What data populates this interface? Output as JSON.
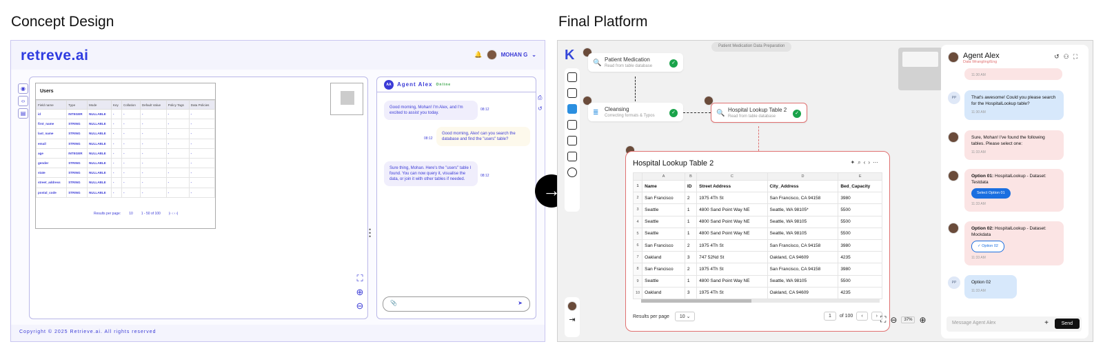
{
  "headers": {
    "left": "Concept Design",
    "right": "Final Platform"
  },
  "concept": {
    "logo": "retreve.ai",
    "user": "MOHAN G",
    "footer": "Copyright © 2025 Retrieve.ai. All rights reserved",
    "table": {
      "title": "Users",
      "columns": [
        "Field name",
        "Type",
        "Mode",
        "Key",
        "Collation",
        "Default Value",
        "Policy Tags",
        "Data Policies"
      ],
      "rows": [
        [
          "id",
          "INTEGER",
          "NULLABLE",
          "-",
          "-",
          "-",
          "-",
          "-"
        ],
        [
          "first_name",
          "STRING",
          "NULLABLE",
          "-",
          "-",
          "-",
          "-",
          "-"
        ],
        [
          "last_name",
          "STRING",
          "NULLABLE",
          "-",
          "-",
          "-",
          "-",
          "-"
        ],
        [
          "email",
          "STRING",
          "NULLABLE",
          "-",
          "-",
          "-",
          "-",
          "-"
        ],
        [
          "age",
          "INTEGER",
          "NULLABLE",
          "-",
          "-",
          "-",
          "-",
          "-"
        ],
        [
          "gender",
          "STRING",
          "NULLABLE",
          "-",
          "-",
          "-",
          "-",
          "-"
        ],
        [
          "state",
          "STRING",
          "NULLABLE",
          "-",
          "-",
          "-",
          "-",
          "-"
        ],
        [
          "street_address",
          "STRING",
          "NULLABLE",
          "-",
          "-",
          "-",
          "-",
          "-"
        ],
        [
          "postal_code",
          "STRING",
          "NULLABLE",
          "-",
          "-",
          "-",
          "-",
          "-"
        ]
      ],
      "results_label": "Results per page:",
      "per_page": "10",
      "range": "1 - 50 of 100"
    },
    "chat": {
      "agent": "Agent Alex",
      "status": "Online",
      "initials": "AA",
      "m1": "Good morning, Mohan! I'm Alex, and I'm excited to assist you today.",
      "t1": "08:12",
      "m2": "Good morning, Alex! can you search the database and find the \"users\" table?",
      "t2": "08:12",
      "m3": "Sure thing, Mohan. Here's the \"users\" table I found. You can now query it, visualise the data, or join it with other tables if needed.",
      "t3": "08:12"
    }
  },
  "final": {
    "breadcrumb": "Patient Medication Data Preparation",
    "nodes": {
      "n1_title": "Patient Medication",
      "n1_sub": "Read from table database",
      "n2_title": "Cleansing",
      "n2_sub": "Correcting formats & Typos",
      "n3_title": "Hospital Lookup Table 2",
      "n3_sub": "Read from table database"
    },
    "table": {
      "title": "Hospital Lookup Table 2",
      "letters": [
        "",
        "A",
        "B",
        "C",
        "D",
        "E"
      ],
      "header": [
        "Name",
        "ID",
        "Street Address",
        "City_Address",
        "Bed_Capacity"
      ],
      "rows": [
        [
          "2",
          "San Francisco",
          "2",
          "1975 4Th St",
          "San Francisco, CA 94158",
          "3980"
        ],
        [
          "3",
          "Seattle",
          "1",
          "4800 Sand Point Way NE",
          "Seattle, WA 98105*",
          "5500"
        ],
        [
          "4",
          "Seattle",
          "1",
          "4800 Sand Point Way NE",
          "Seattle, WA 98105",
          "5500"
        ],
        [
          "5",
          "Seattle",
          "1",
          "4800 Sand Point Way NE",
          "Seattle, WA 98105",
          "5500"
        ],
        [
          "6",
          "San Francisco",
          "2",
          "1975 4Th St",
          "San Francisco, CA 94158",
          "3980"
        ],
        [
          "7",
          "Oakland",
          "3",
          "747 52Nd St",
          "Oakland, CA 94609",
          "4235"
        ],
        [
          "8",
          "San Francisco",
          "2",
          "1975 4Th St",
          "San Francisco, CA 94158",
          "3980"
        ],
        [
          "9",
          "Seattle",
          "1",
          "4800 Sand Point Way NE",
          "Seattle, WA 98105",
          "5500"
        ],
        [
          "10",
          "Oakland",
          "3",
          "1975 4Th St",
          "Oakland, CA 94609",
          "4235"
        ]
      ],
      "results_label": "Results per page",
      "per_page": "10",
      "page": "1",
      "of": "of 100"
    },
    "zoom": "37%",
    "agent": {
      "name": "Agent Alex",
      "role": "Data Wrangling/Eng",
      "t0": "11:30 AM",
      "u1": "That's awesome! Could you please search for the HospitalLookup table?",
      "u1t": "11:30 AM",
      "a1": "Sure, Mohan! I've found the following tables. Please select one:",
      "a1t": "11:33 AM",
      "o1a": "Option 01:",
      "o1b": " HospitalLookup - Dataset: Testdata",
      "o1btn": "Select Option 01",
      "o1t": "11:33 AM",
      "o2a": "Option 02:",
      "o2b": " HospitalLookup - Dataset: Mockdata",
      "o2btn": "✓ Option 02",
      "o2t": "11:33 AM",
      "u2": "Option 02",
      "u2t": "11:33 AM",
      "pp": "PP",
      "placeholder": "Message Agent Alex",
      "send": "Send"
    }
  }
}
